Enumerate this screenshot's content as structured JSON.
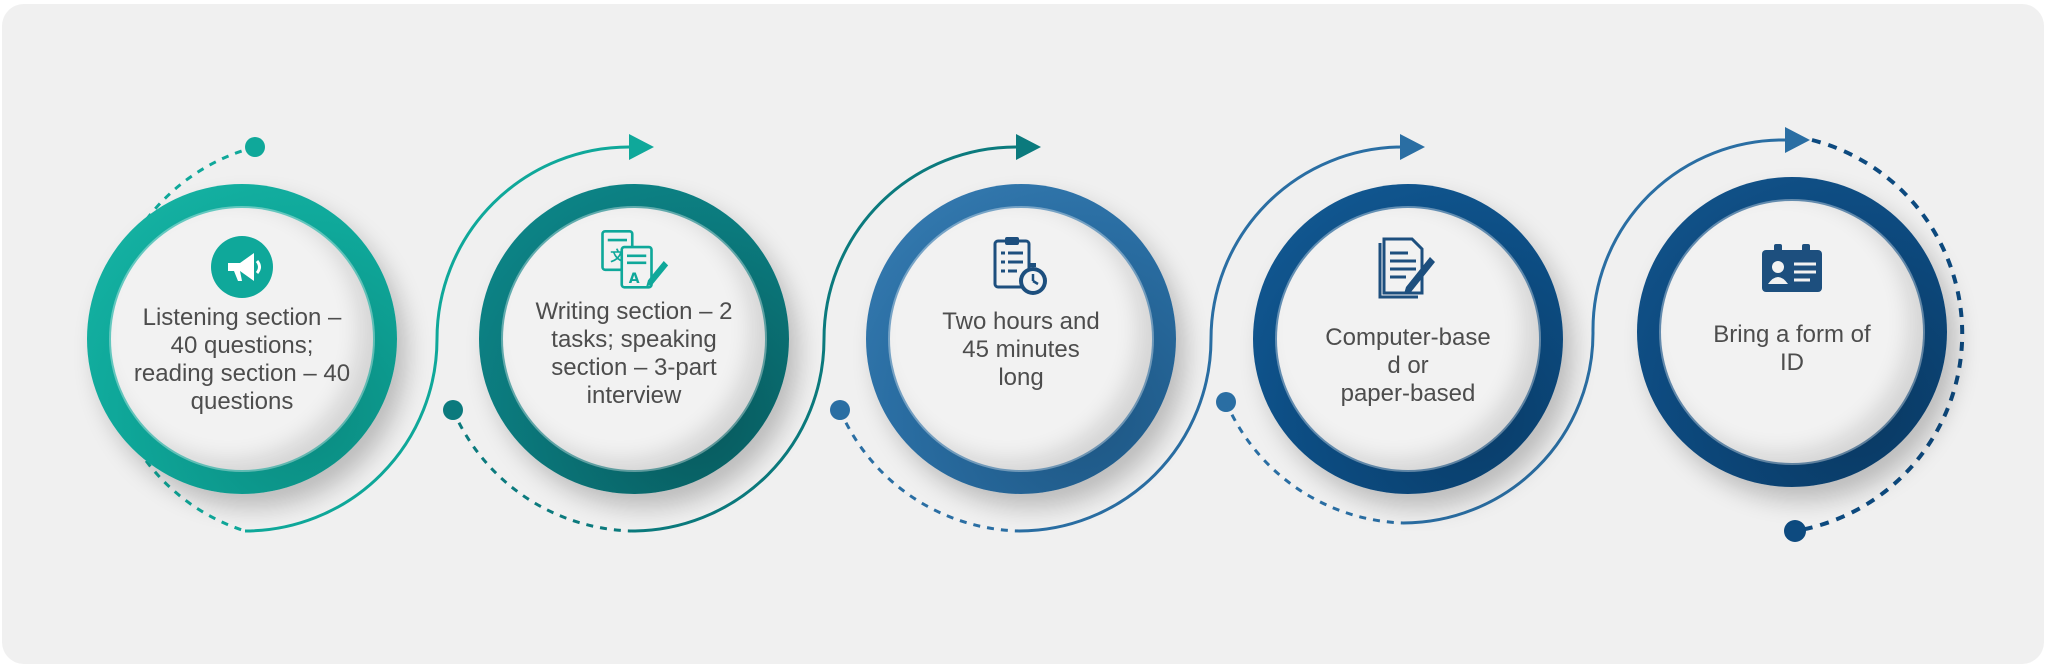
{
  "colors": {
    "step1": "#0fa89a",
    "step2": "#0b7a7d",
    "step3": "#2a6ea3",
    "step4": "#0d4f86",
    "step5": "#0d4a7f",
    "panel": "#f0f0f0",
    "text": "#4d4d4d"
  },
  "steps": [
    {
      "icon": "megaphone-icon",
      "text": "Listening section –\n40 questions;\nreading section – 40\nquestions"
    },
    {
      "icon": "translation-documents-icon",
      "text": "Writing section – 2\ntasks; speaking\nsection – 3-part\ninterview"
    },
    {
      "icon": "clipboard-stopwatch-icon",
      "text": "Two hours and\n45 minutes\nlong"
    },
    {
      "icon": "document-pen-icon",
      "text": "Computer-base\nd or\npaper-based"
    },
    {
      "icon": "id-card-icon",
      "text": "Bring a form of\nID"
    }
  ]
}
